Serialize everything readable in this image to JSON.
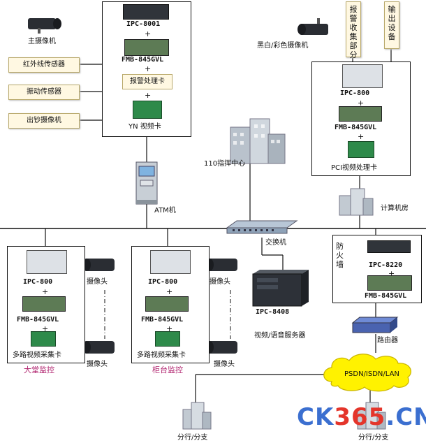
{
  "main_camera": "主摄像机",
  "sensors": [
    "红外线传感器",
    "振动传感器",
    "出钞摄像机"
  ],
  "top_box": {
    "ipc": "IPC-8001",
    "board": "FMB-845GVL",
    "alarm_card": "报警处理卡",
    "video_card": "YN 视频卡",
    "plus": "+"
  },
  "atm": "ATM机",
  "alarm_receiver": "报警收集部分",
  "output_device": "输出设备",
  "bw_color_camera": "黑白/彩色摄像机",
  "right_box": {
    "ipc": "IPC-800",
    "board": "FMB-845GVL",
    "pci_card": "PCI视频处理卡"
  },
  "center_110": "110指挥中心",
  "computer_room": "计算机房",
  "switch": "交换机",
  "firewall": "防火墙",
  "firewall_box": {
    "ipc": "IPC-8220",
    "board": "FMB-845GVL"
  },
  "lobby": {
    "ipc": "IPC-800",
    "board": "FMB-845GVL",
    "card": "多路视频采集卡",
    "title": "大堂监控"
  },
  "counter": {
    "ipc": "IPC-800",
    "board": "FMB-845GVL",
    "card": "多路视频采集卡",
    "title": "柜台监控"
  },
  "camera": "摄像头",
  "server_model": "IPC-8408",
  "server_label": "视频/语音服务器",
  "router": "路由器",
  "cloud": "PSDN/ISDN/LAN",
  "branch": "分行/分支",
  "logo": {
    "part1": "CK",
    "part2": "365",
    "part3": ".CN"
  },
  "colors": {
    "sensor_fill": "#fff8e2",
    "card_green": "#2e8a4a",
    "pink_title": "#b0226e",
    "cloud": "#fff200"
  }
}
